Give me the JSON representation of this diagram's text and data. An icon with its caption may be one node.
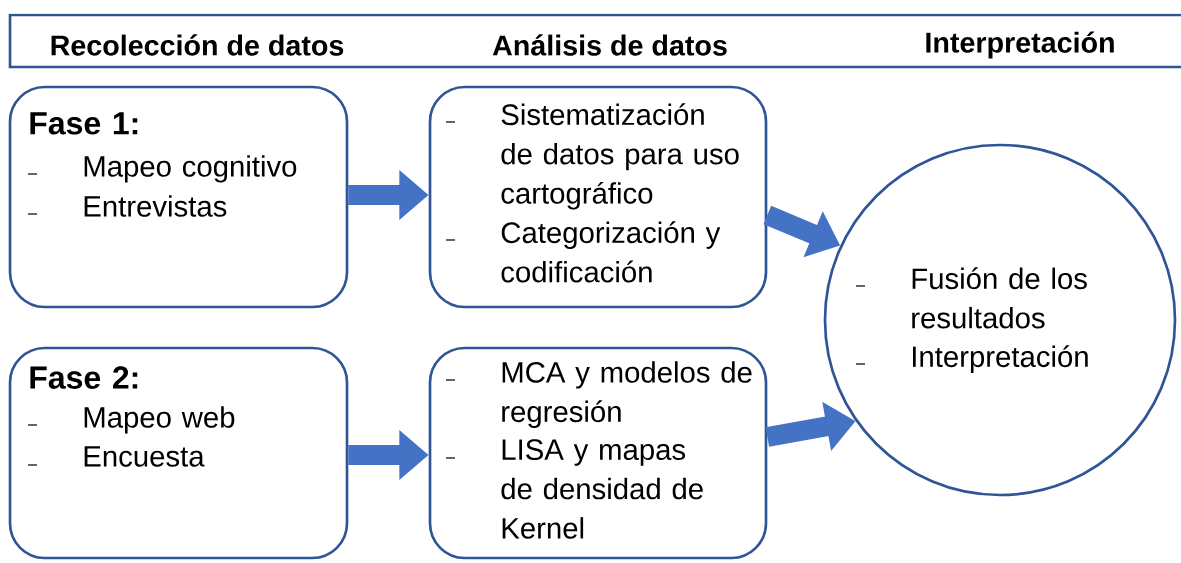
{
  "diagram": {
    "nodes": [
      {
        "text": [
          "Fase 1:",
          "Mapeo cognitivo",
          "Entrevistas"
        ]
      },
      {
        "text": [
          "Sistematización de datos para uso cartográfico",
          "Categorización y codificación"
        ]
      },
      {
        "text": [
          "Fase 2:",
          "Mapeo web",
          "Encuesta"
        ]
      },
      {
        "text": [
          "MCA y modelos de regresión",
          "LISA y mapas de densidad de Kernel"
        ]
      },
      {
        "text": [
          "Fusión de los resultados",
          "Interpretación"
        ]
      }
    ],
    "edges": [
      {
        "from": 0,
        "to": 1,
        "arrow": "to"
      },
      {
        "from": 1,
        "to": 4,
        "arrow": "to"
      },
      {
        "from": 2,
        "to": 3,
        "arrow": "to"
      },
      {
        "from": 3,
        "to": 4,
        "arrow": "to"
      }
    ],
    "labels": [
      "Recolección de datos",
      "Análisis de datos",
      "Interpretación"
    ]
  }
}
